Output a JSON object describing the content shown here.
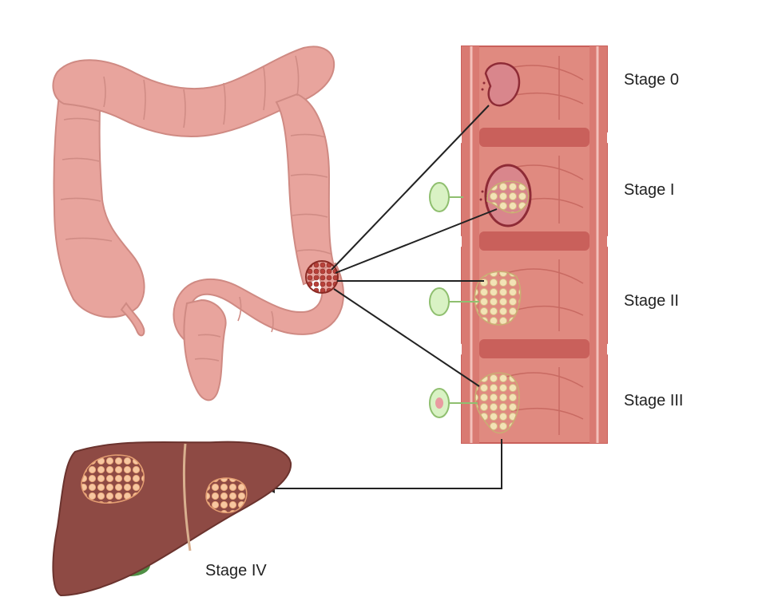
{
  "figure": {
    "stages": [
      {
        "label": "Stage 0"
      },
      {
        "label": "Stage I"
      },
      {
        "label": "Stage II"
      },
      {
        "label": "Stage III"
      }
    ],
    "metastasis_label": "Stage IV"
  },
  "colors": {
    "colon_outer": "#e8a49d",
    "colon_stroke": "#cf8a83",
    "colon_segment_wall": "#c9605b",
    "colon_mucosa": "#e08a80",
    "primary_tumor": "#a8342b",
    "tumor_cream": "#efdca8",
    "tumor_cream_stroke": "#c9ae72",
    "polyp_pink": "#d9868c",
    "polyp_outline": "#8e2b36",
    "lymph_node": "#d9f2c4",
    "lymph_node_stroke": "#8fbf6f",
    "liver": "#8e4a44",
    "liver_stroke": "#6b332e",
    "liver_metastasis": "#f4b98f",
    "gallbladder": "#4f8f45",
    "connector_line": "#222222"
  },
  "icons": {
    "organ": "large-intestine-icon",
    "secondary_organ": "liver-icon",
    "node": "lymph-node-icon"
  }
}
